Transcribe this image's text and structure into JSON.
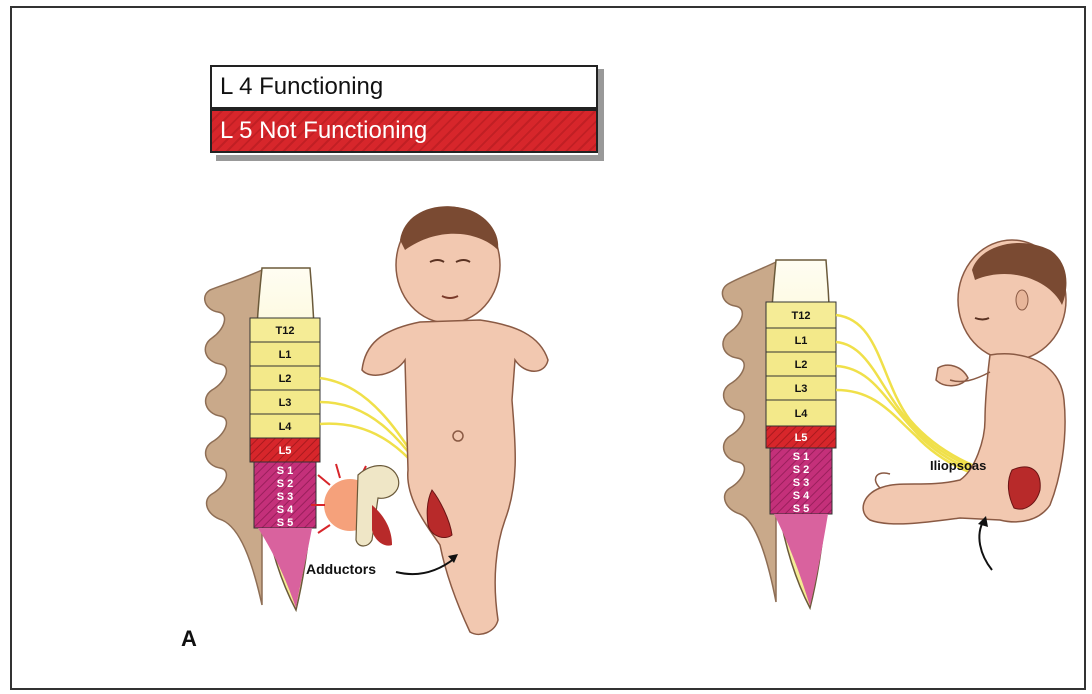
{
  "legend": {
    "functioning": "L 4 Functioning",
    "not_functioning": "L 5 Not Functioning"
  },
  "figure_letter": "A",
  "left_spine": {
    "segments": [
      "T12",
      "L1",
      "L2",
      "L3",
      "L4",
      "L5",
      "S 1",
      "S 2",
      "S 3",
      "S 4",
      "S 5"
    ],
    "muscle_label": "Adductors"
  },
  "right_spine": {
    "segments": [
      "T12",
      "L1",
      "L2",
      "L3",
      "L4",
      "L5",
      "S 1",
      "S 2",
      "S 3",
      "S 4",
      "S 5"
    ],
    "muscle_label": "Iliopsoas"
  },
  "colors": {
    "functioning": "#f3e98a",
    "not_functioning": "#d7262b",
    "sacral": "#c4307a",
    "nerve": "#f0e04a",
    "skin": "#f2c8b0",
    "bone": "#c9a98a"
  }
}
